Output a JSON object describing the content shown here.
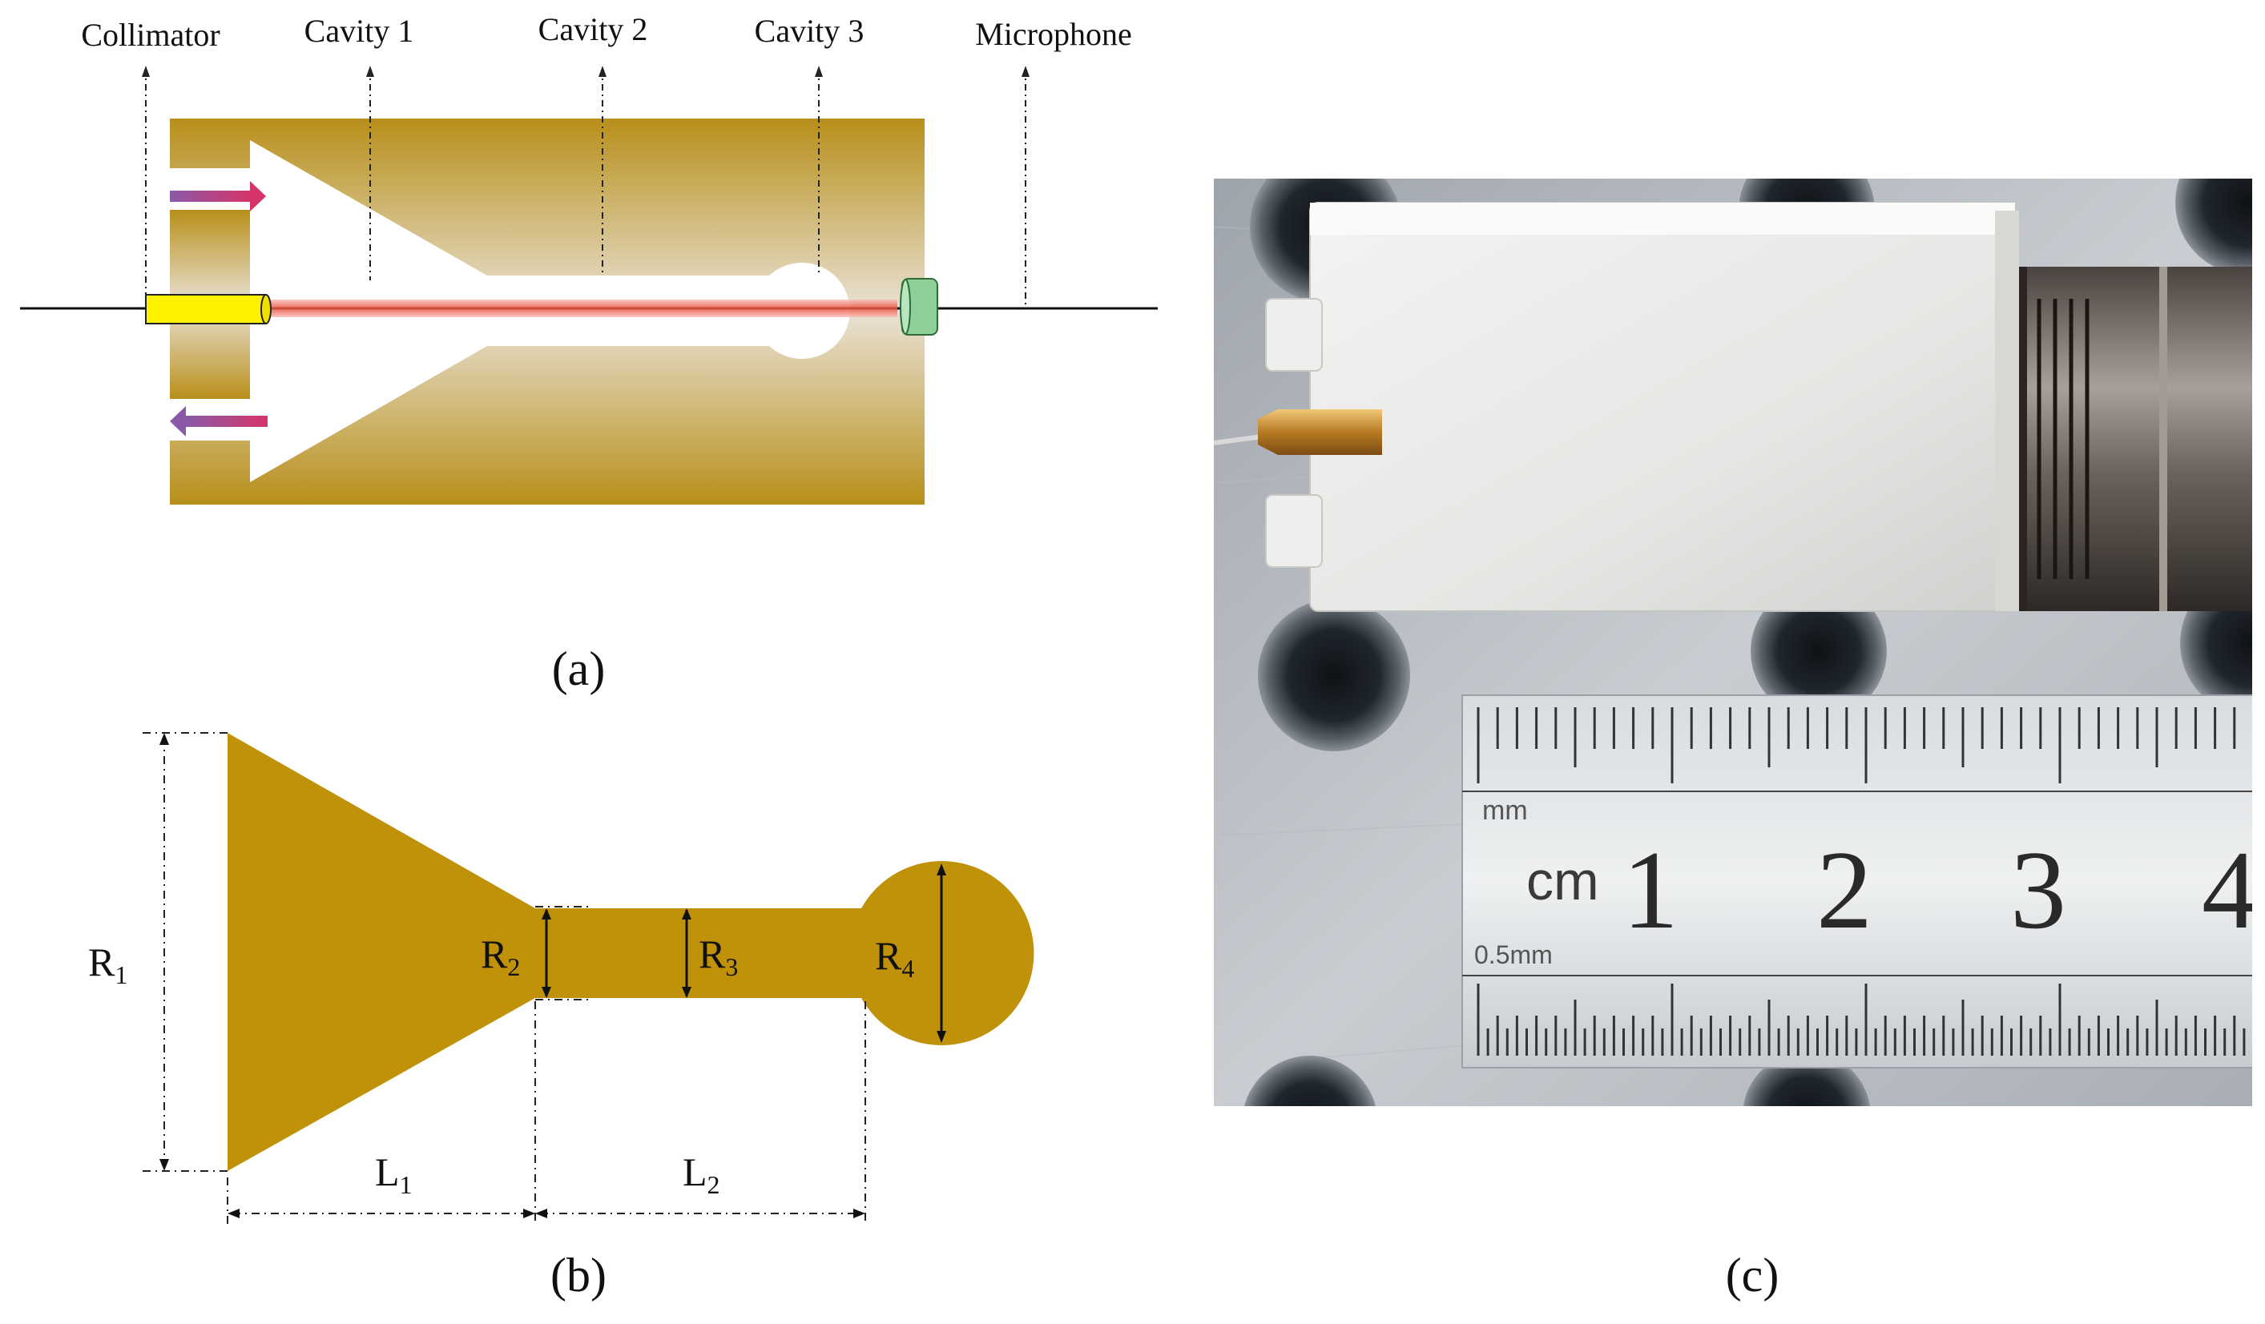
{
  "panel_a": {
    "labels": {
      "collimator": "Collimator",
      "cavity1": "Cavity 1",
      "cavity2": "Cavity 2",
      "cavity3": "Cavity 3",
      "microphone": "Microphone"
    },
    "caption": "(a)"
  },
  "panel_b": {
    "labels": {
      "r1": "R",
      "r1_sub": "1",
      "r2": "R",
      "r2_sub": "2",
      "r3": "R",
      "r3_sub": "3",
      "r4": "R",
      "r4_sub": "4",
      "l1": "L",
      "l1_sub": "1",
      "l2": "L",
      "l2_sub": "2"
    },
    "caption": "(b)"
  },
  "panel_c": {
    "ruler": {
      "unit_top": "mm",
      "unit_main": "cm",
      "unit_bottom": "0.5mm",
      "numbers": [
        "1",
        "2",
        "3",
        "4"
      ]
    },
    "caption": "(c)"
  },
  "colors": {
    "gold": "#bf920a",
    "beam": "#f48a7e",
    "collimator": "#fff200",
    "microphone": "#8fd09a",
    "arrow_shaft": "#8a5aa8",
    "arrow_tip": "#d5346a"
  }
}
